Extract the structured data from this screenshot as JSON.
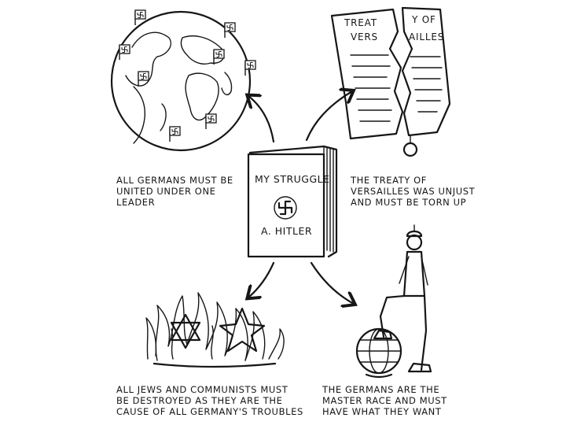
{
  "book": {
    "title": "MY STRUGGLE",
    "author": "A. HITLER",
    "emblem": "swastika-icon"
  },
  "treaty": {
    "left_fragment": [
      "TREAT",
      "VERS"
    ],
    "right_fragment": [
      "Y  OF",
      "AILLES"
    ]
  },
  "captions": {
    "top_left": [
      "ALL GERMANS MUST BE",
      "UNITED UNDER ONE",
      "LEADER"
    ],
    "top_right": [
      "THE TREATY OF",
      "VERSAILLES WAS UNJUST",
      "AND MUST BE TORN UP"
    ],
    "bottom_left": [
      "ALL JEWS AND COMMUNISTS MUST",
      "BE DESTROYED AS THEY ARE THE",
      "CAUSE OF ALL GERMANY'S TROUBLES"
    ],
    "bottom_right": [
      "THE GERMANS ARE THE",
      "MASTER RACE AND MUST",
      "HAVE WHAT THEY WANT"
    ]
  }
}
